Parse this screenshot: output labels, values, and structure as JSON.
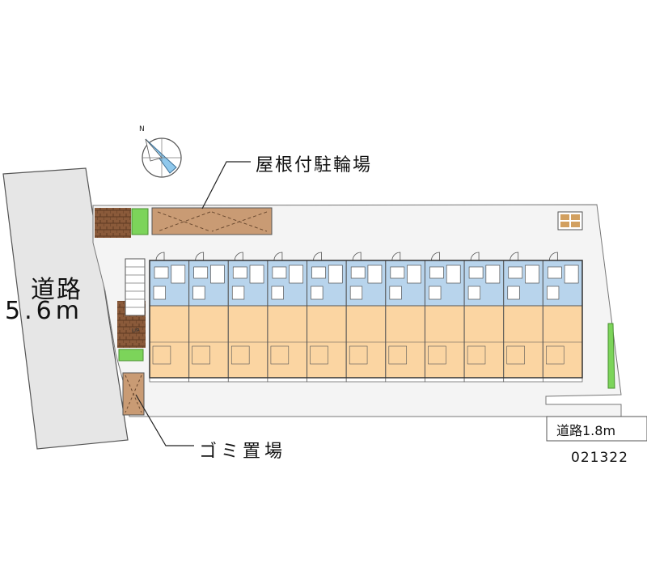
{
  "map": {
    "road_main": {
      "name": "道路",
      "width": "5.6m"
    },
    "road_side": {
      "label": "道路1.8m"
    },
    "bicycle_parking": {
      "label": "屋根付駐輪場"
    },
    "garbage_area": {
      "label": "ゴミ置場"
    },
    "property_code": "021322",
    "compass": {
      "north_label": "N"
    },
    "stair_label": "UP",
    "units": {
      "count": 11
    }
  },
  "colors": {
    "road": "#e6e6e6",
    "site_ground": "#f4f4f4",
    "wet_area": "#b8d4ec",
    "living_area": "#fbd5a2",
    "bike_shed": "#c99b74",
    "brick": "#8a5a3a",
    "green": "#7cd45a",
    "outline": "#555555"
  }
}
